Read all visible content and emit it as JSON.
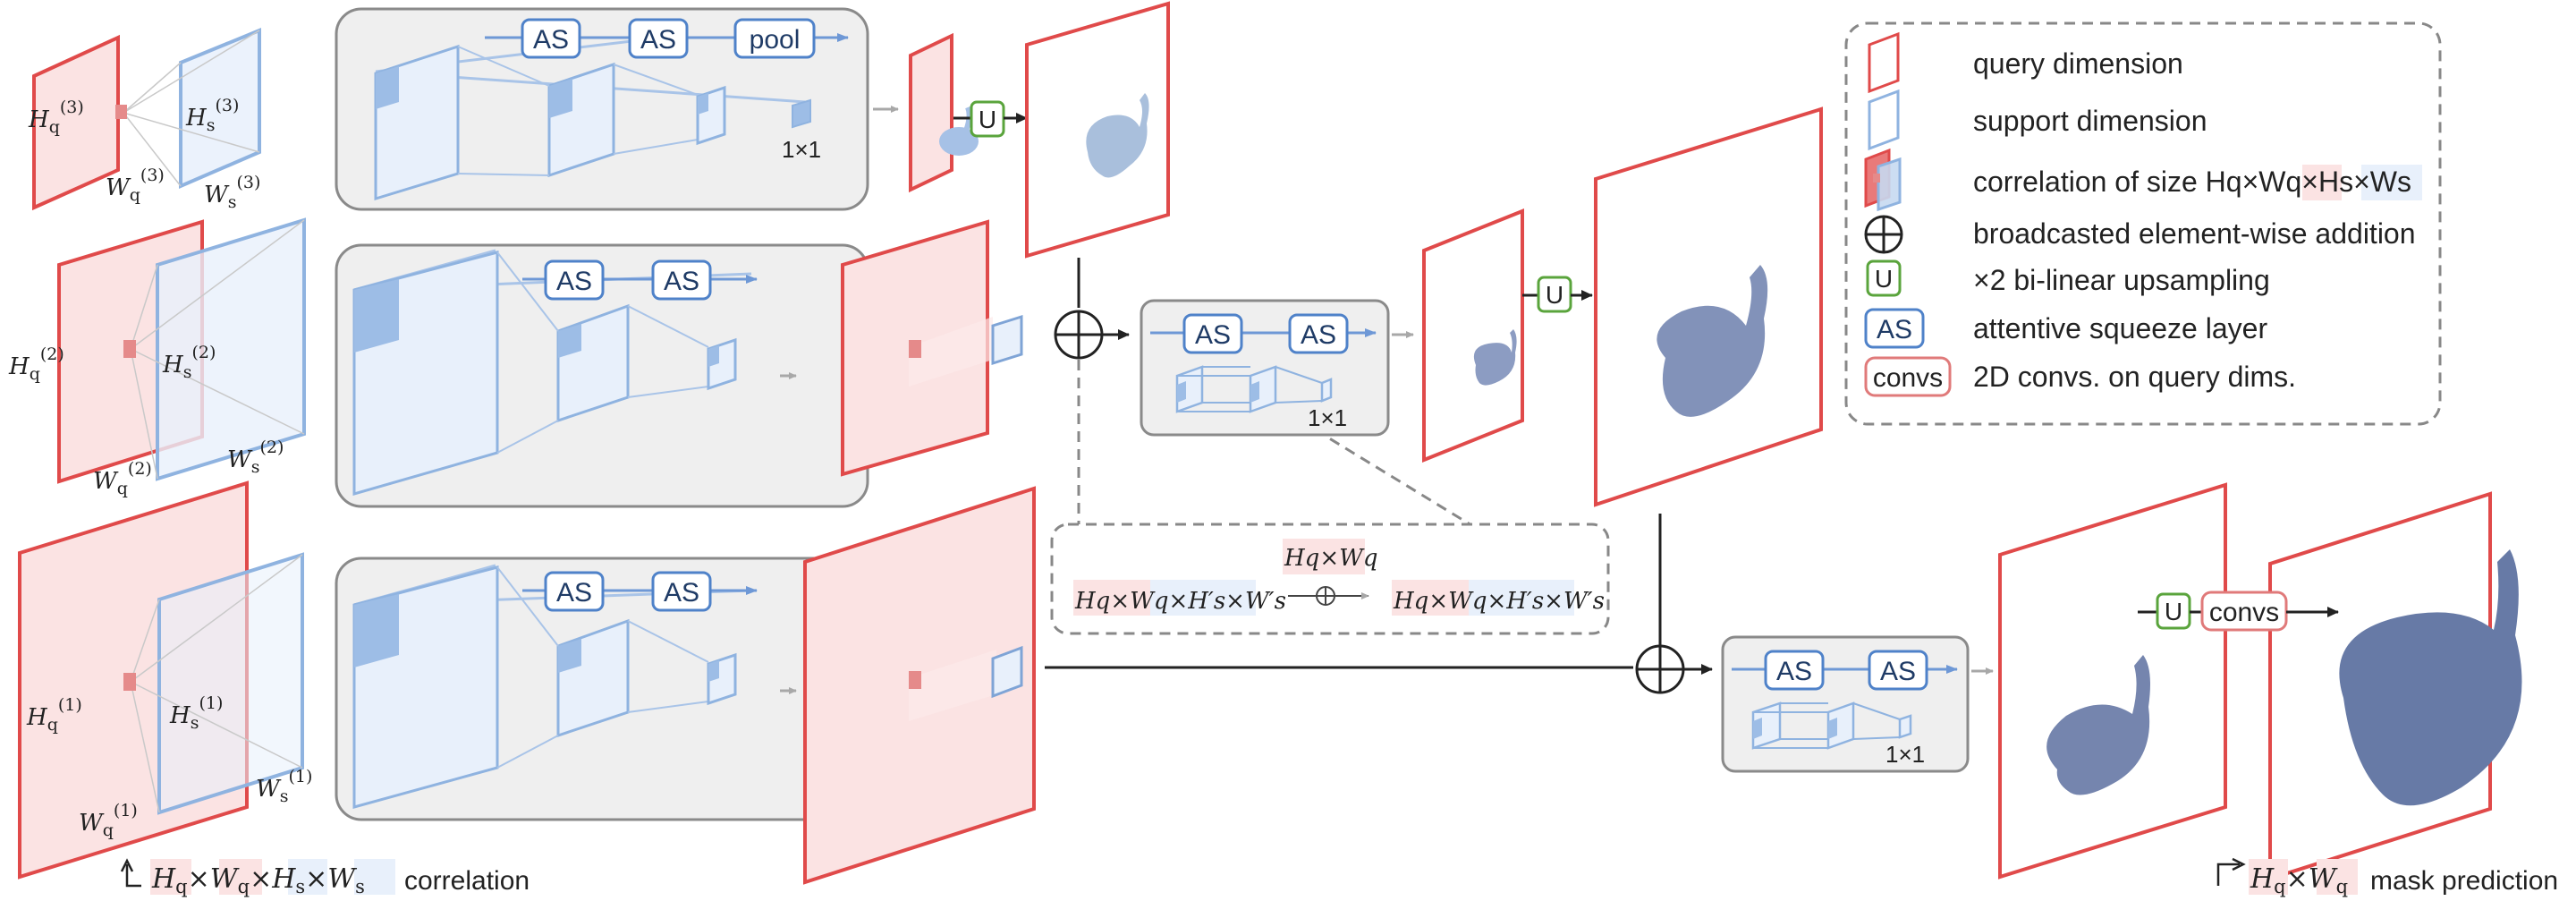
{
  "colors": {
    "query": "#e04a4a",
    "query_fill": "#fbe3e3",
    "support": "#7fa4d6",
    "support_fill": "#e8f0fb",
    "module_bg": "#efefef",
    "mask": "#8797bd",
    "upsample": "#5aa43c",
    "convs": "#e07a7a"
  },
  "labels": {
    "as": "AS",
    "pool": "pool",
    "u": "U",
    "convs": "convs",
    "one_by_one": "1×1"
  },
  "pyramid": {
    "l3": {
      "hq": "H",
      "hq_sub": "q",
      "hq_sup": "(3)",
      "hs": "H",
      "hs_sub": "s",
      "hs_sup": "(3)",
      "wq": "W",
      "wq_sub": "q",
      "wq_sup": "(3)",
      "ws": "W",
      "ws_sub": "s",
      "ws_sup": "(3)"
    },
    "l2": {
      "hq": "H",
      "hq_sub": "q",
      "hq_sup": "(2)",
      "hs": "H",
      "hs_sub": "s",
      "hs_sup": "(2)",
      "wq": "W",
      "wq_sub": "q",
      "wq_sup": "(2)",
      "ws": "W",
      "ws_sub": "s",
      "ws_sup": "(2)"
    },
    "l1": {
      "hq": "H",
      "hq_sub": "q",
      "hq_sup": "(1)",
      "hs": "H",
      "hs_sub": "s",
      "hs_sup": "(1)",
      "wq": "W",
      "wq_sub": "q",
      "wq_sup": "(1)",
      "ws": "W",
      "ws_sub": "s",
      "ws_sup": "(1)"
    }
  },
  "bottom_left_caption": "correlation",
  "bottom_right_caption": "mask prediction",
  "broadcast_note": {
    "left": "Hq×Wq×H′s×W′s",
    "top": "Hq×Wq",
    "right": "Hq×Wq×H′s×W′s"
  },
  "legend": [
    {
      "icon": "query-box",
      "text": "query dimension"
    },
    {
      "icon": "support-box",
      "text": "support dimension"
    },
    {
      "icon": "correlation-box",
      "text": "correlation of size Hq×Wq×Hs×Ws"
    },
    {
      "icon": "circle-plus",
      "text": "broadcasted element-wise addition"
    },
    {
      "icon": "u-box",
      "text": "×2 bi-linear upsampling"
    },
    {
      "icon": "as-box",
      "text": "attentive squeeze layer"
    },
    {
      "icon": "convs-box",
      "text": "2D convs. on query dims."
    }
  ]
}
